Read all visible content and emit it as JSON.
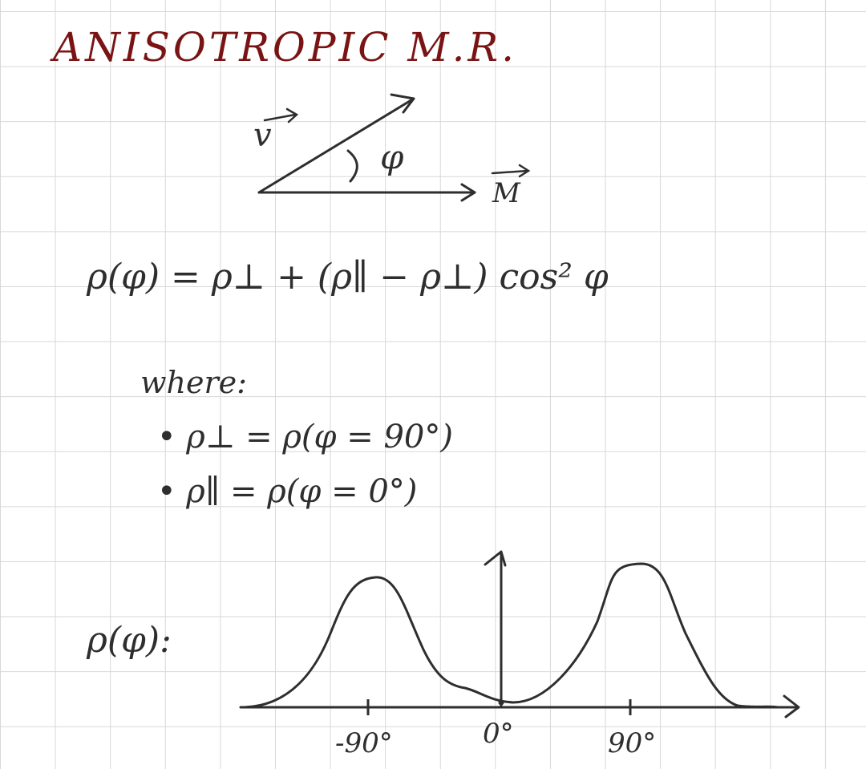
{
  "title": "ANISOTROPIC M.R.",
  "vector_diagram": {
    "v_label": "v",
    "m_label": "M",
    "angle_label": "φ"
  },
  "formula": "ρ(φ) = ρ⊥ + (ρ∥ − ρ⊥) cos² φ",
  "where_label": "where:",
  "definitions": [
    "• ρ⊥ = ρ(φ = 90°)",
    "• ρ∥ = ρ(φ = 0°)"
  ],
  "plot": {
    "y_label": "ρ(φ):",
    "x_ticks": [
      "-90°",
      "0°",
      "90°"
    ]
  }
}
